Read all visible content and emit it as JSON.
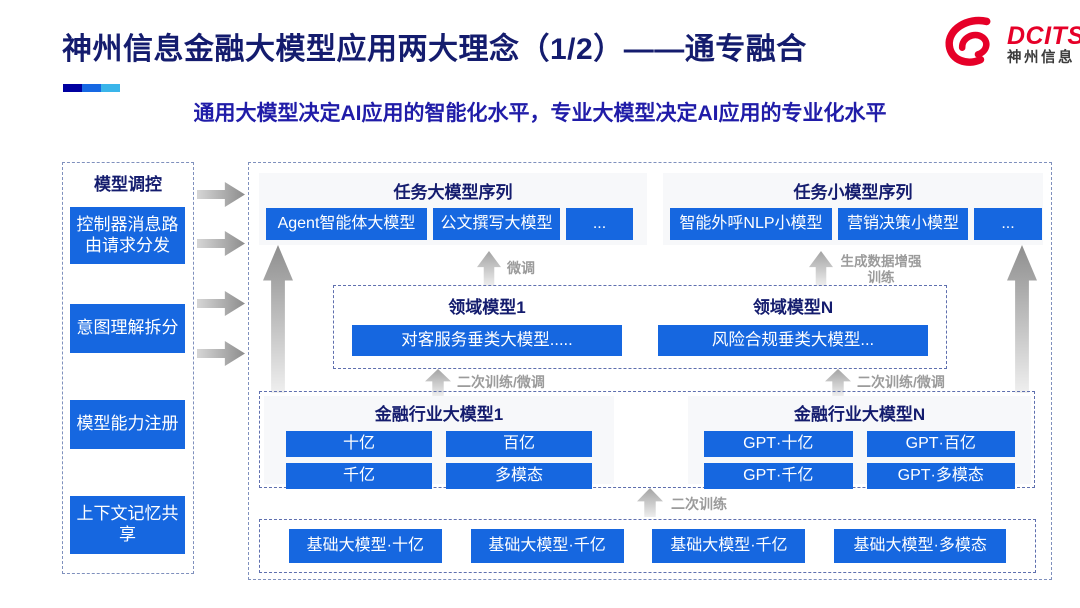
{
  "colors": {
    "blue": "#1667e0",
    "navy": "#141c6e",
    "subtitle": "#201ca8",
    "red": "#e60028",
    "accent1": "#0000a0",
    "accent2": "#1668e3",
    "accent3": "#3ab5ea"
  },
  "header": {
    "title": "神州信息金融大模型应用两大理念（1/2）——通专融合",
    "subtitle": "通用大模型决定AI应用的智能化水平，专业大模型决定AI应用的专业化水平",
    "logo": {
      "brand": "DCITS",
      "brand_cn": "神州信息"
    }
  },
  "sidebar": {
    "title": "模型调控",
    "items": [
      {
        "label": "控制器消息路由请求分发"
      },
      {
        "label": "意图理解拆分"
      },
      {
        "label": "模型能力注册"
      },
      {
        "label": "上下文记忆共享"
      }
    ]
  },
  "main": {
    "task_large": {
      "title": "任务大模型序列",
      "chips": [
        "Agent智能体大模型",
        "公文撰写大模型",
        "..."
      ]
    },
    "task_small": {
      "title": "任务小模型序列",
      "chips": [
        "智能外呼NLP小模型",
        "营销决策小模型",
        "..."
      ]
    },
    "labels": {
      "finetune": "微调",
      "gen_data": "生成数据增强训练",
      "second_train_ft_left": "二次训练/微调",
      "second_train_ft_right": "二次训练/微调",
      "second_train": "二次训练"
    },
    "domain": {
      "sections": [
        {
          "title": "领域模型1",
          "chip": "对客服务垂类大模型....."
        },
        {
          "title": "领域模型N",
          "chip": "风险合规垂类大模型..."
        }
      ]
    },
    "industry": {
      "sections": [
        {
          "title": "金融行业大模型1",
          "chips": [
            "十亿",
            "百亿",
            "千亿",
            "多模态"
          ]
        },
        {
          "title": "金融行业大模型N",
          "chips": [
            "GPT·十亿",
            "GPT·百亿",
            "GPT·千亿",
            "GPT·多模态"
          ]
        }
      ]
    },
    "base": {
      "chips": [
        "基础大模型·十亿",
        "基础大模型·千亿",
        "基础大模型·千亿",
        "基础大模型·多模态"
      ]
    }
  }
}
